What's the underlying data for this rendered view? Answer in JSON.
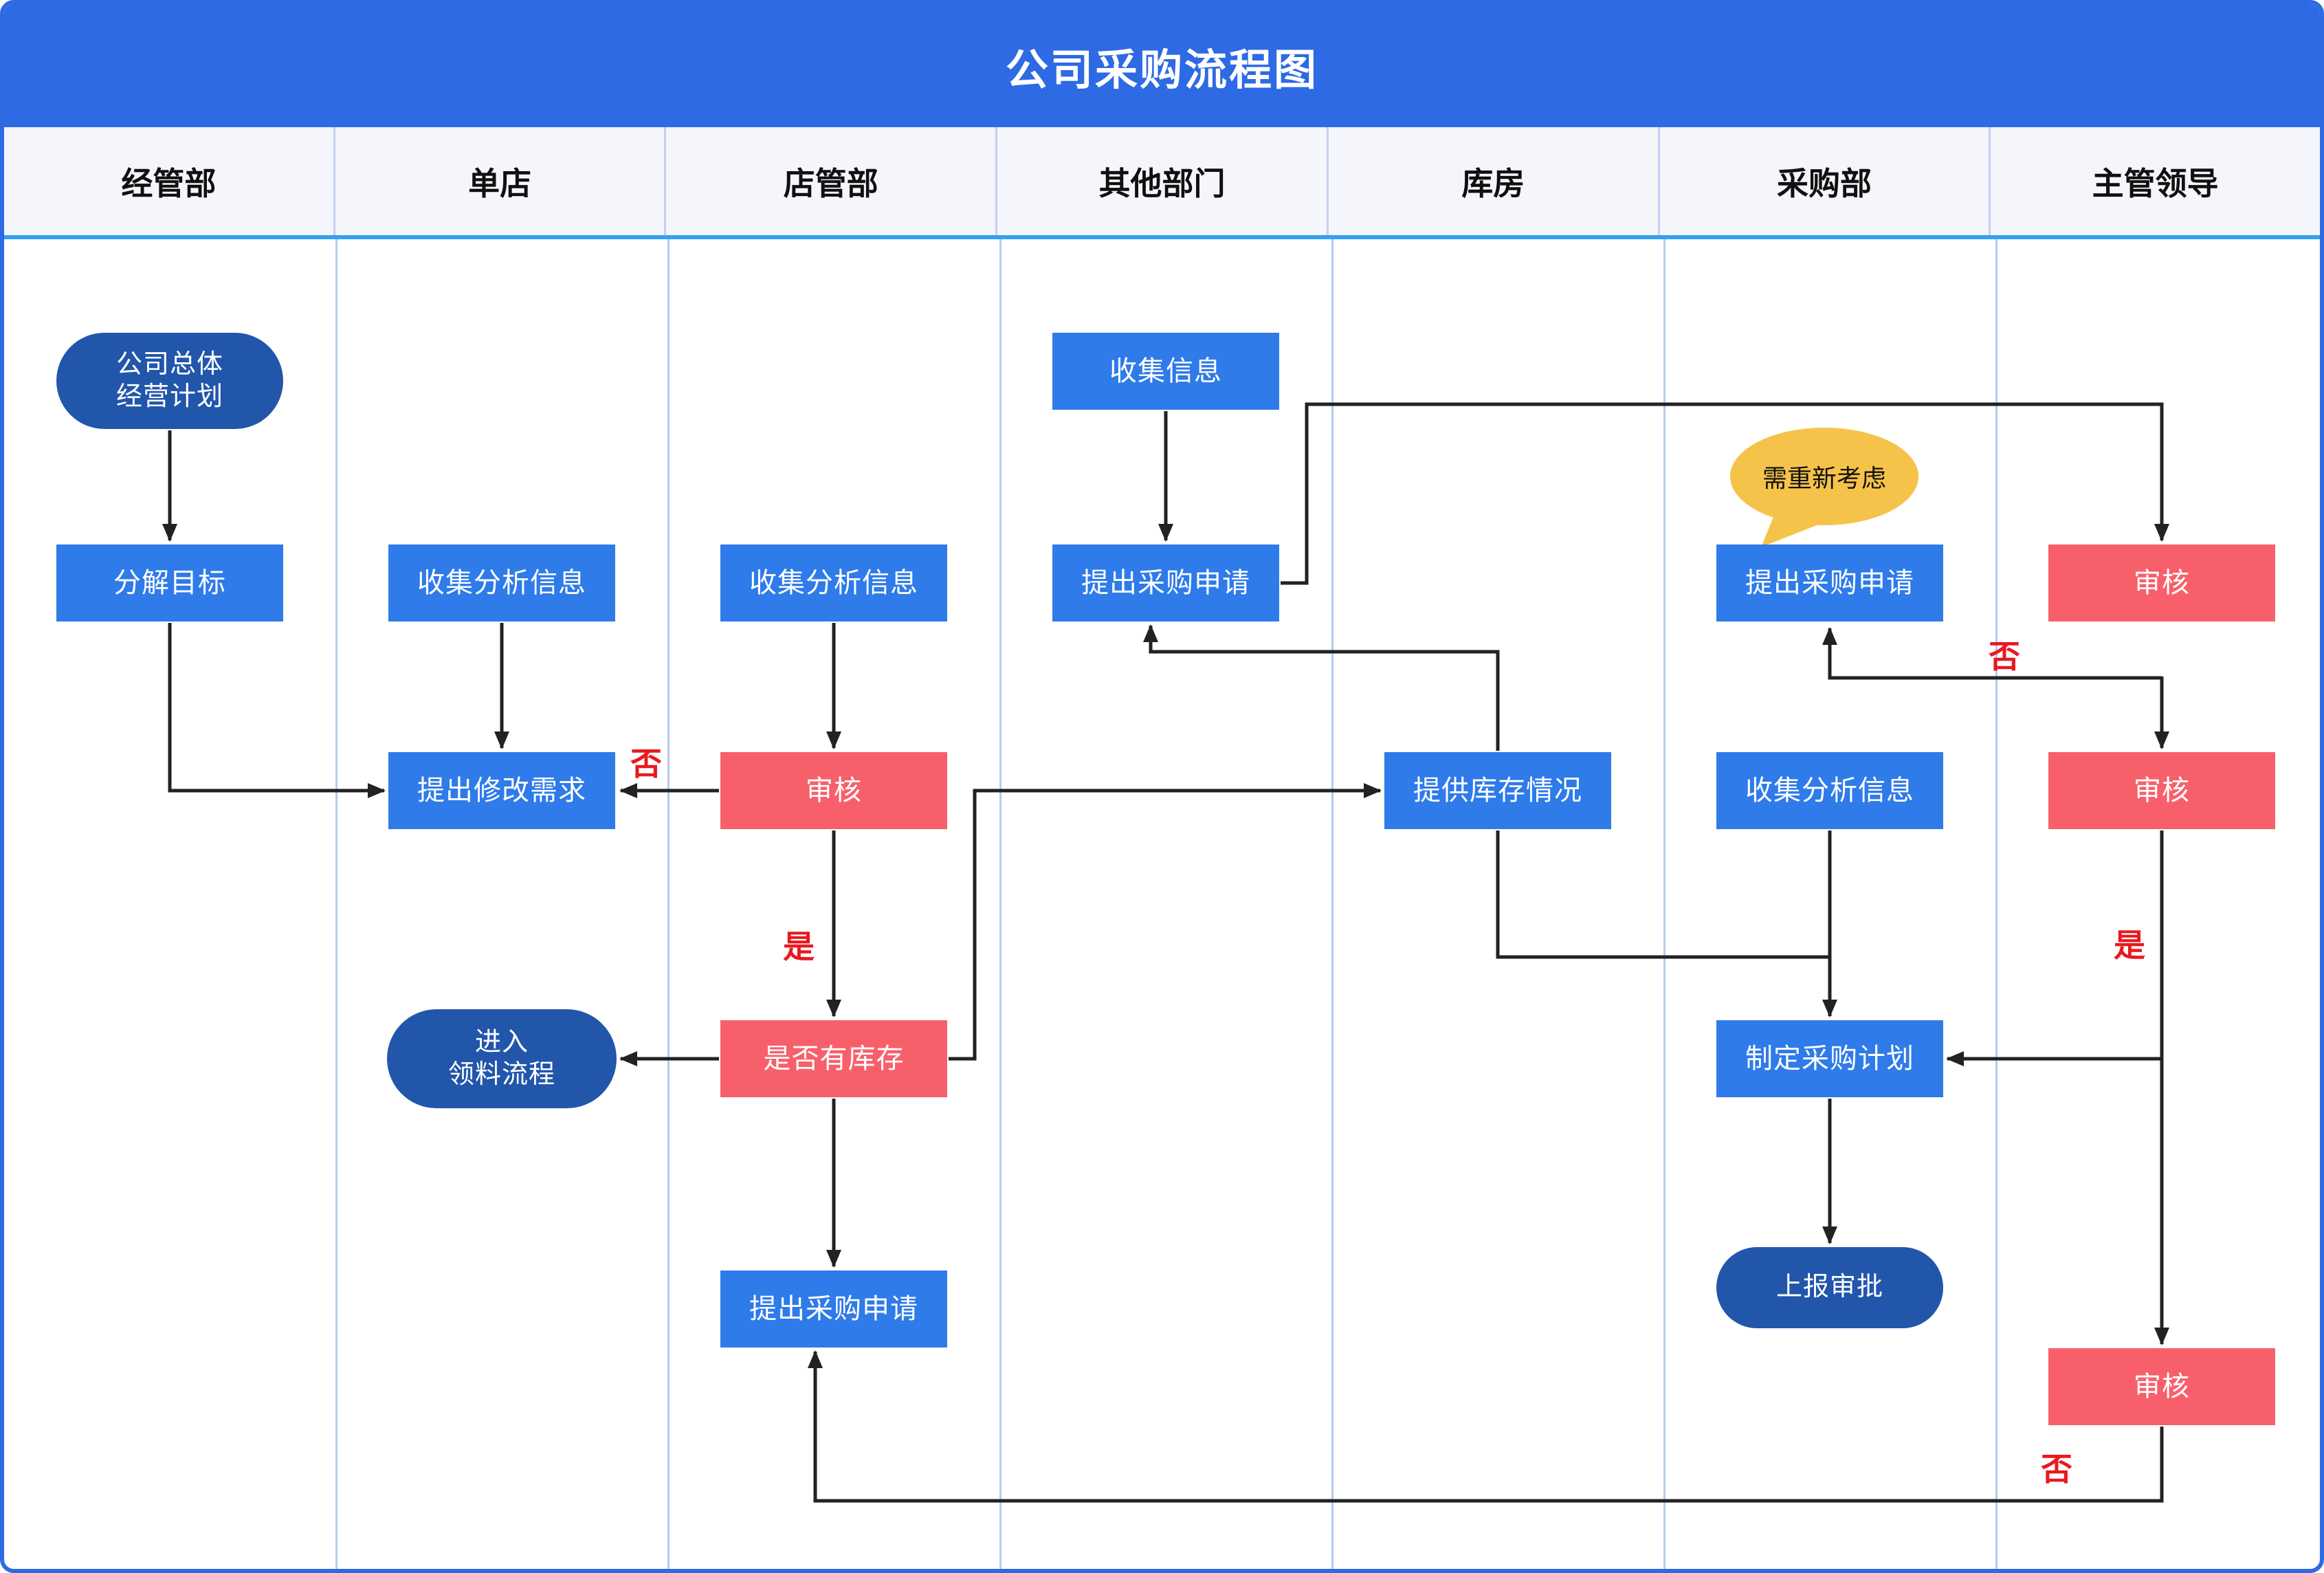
{
  "title": "公司采购流程图",
  "lanes": [
    "经管部",
    "单店",
    "店管部",
    "其他部门",
    "库房",
    "采购部",
    "主管领导"
  ],
  "nodes": {
    "start": {
      "line1": "公司总体",
      "line2": "经营计划"
    },
    "decompose": "分解目标",
    "collect_analyze": "收集分析信息",
    "propose_changes": "提出修改需求",
    "review": "审核",
    "stock_check": "是否有库存",
    "purchase_request": "提出采购申请",
    "enter_picking": {
      "line1": "进入",
      "line2": "领料流程"
    },
    "collect_info": "收集信息",
    "provide_stock": "提供库存情况",
    "make_plan": "制定采购计划",
    "report_approval": "上报审批"
  },
  "labels": {
    "no": "否",
    "yes": "是"
  },
  "bubble": {
    "text": "需重新考虑"
  },
  "colors": {
    "title_band": "#2d6ae4",
    "frame": "#2d6ae4",
    "header_bg": "#f5f6fb",
    "header_underline": "#31a2f3",
    "lane_divider": "#b7c8f3",
    "process_blue": "#2e7be9",
    "review_red": "#f7606b",
    "terminal_pill": "#2156ab",
    "bubble_yellow": "#f6c34a",
    "decision_label_red": "#e8191f",
    "connector": "#222222"
  }
}
